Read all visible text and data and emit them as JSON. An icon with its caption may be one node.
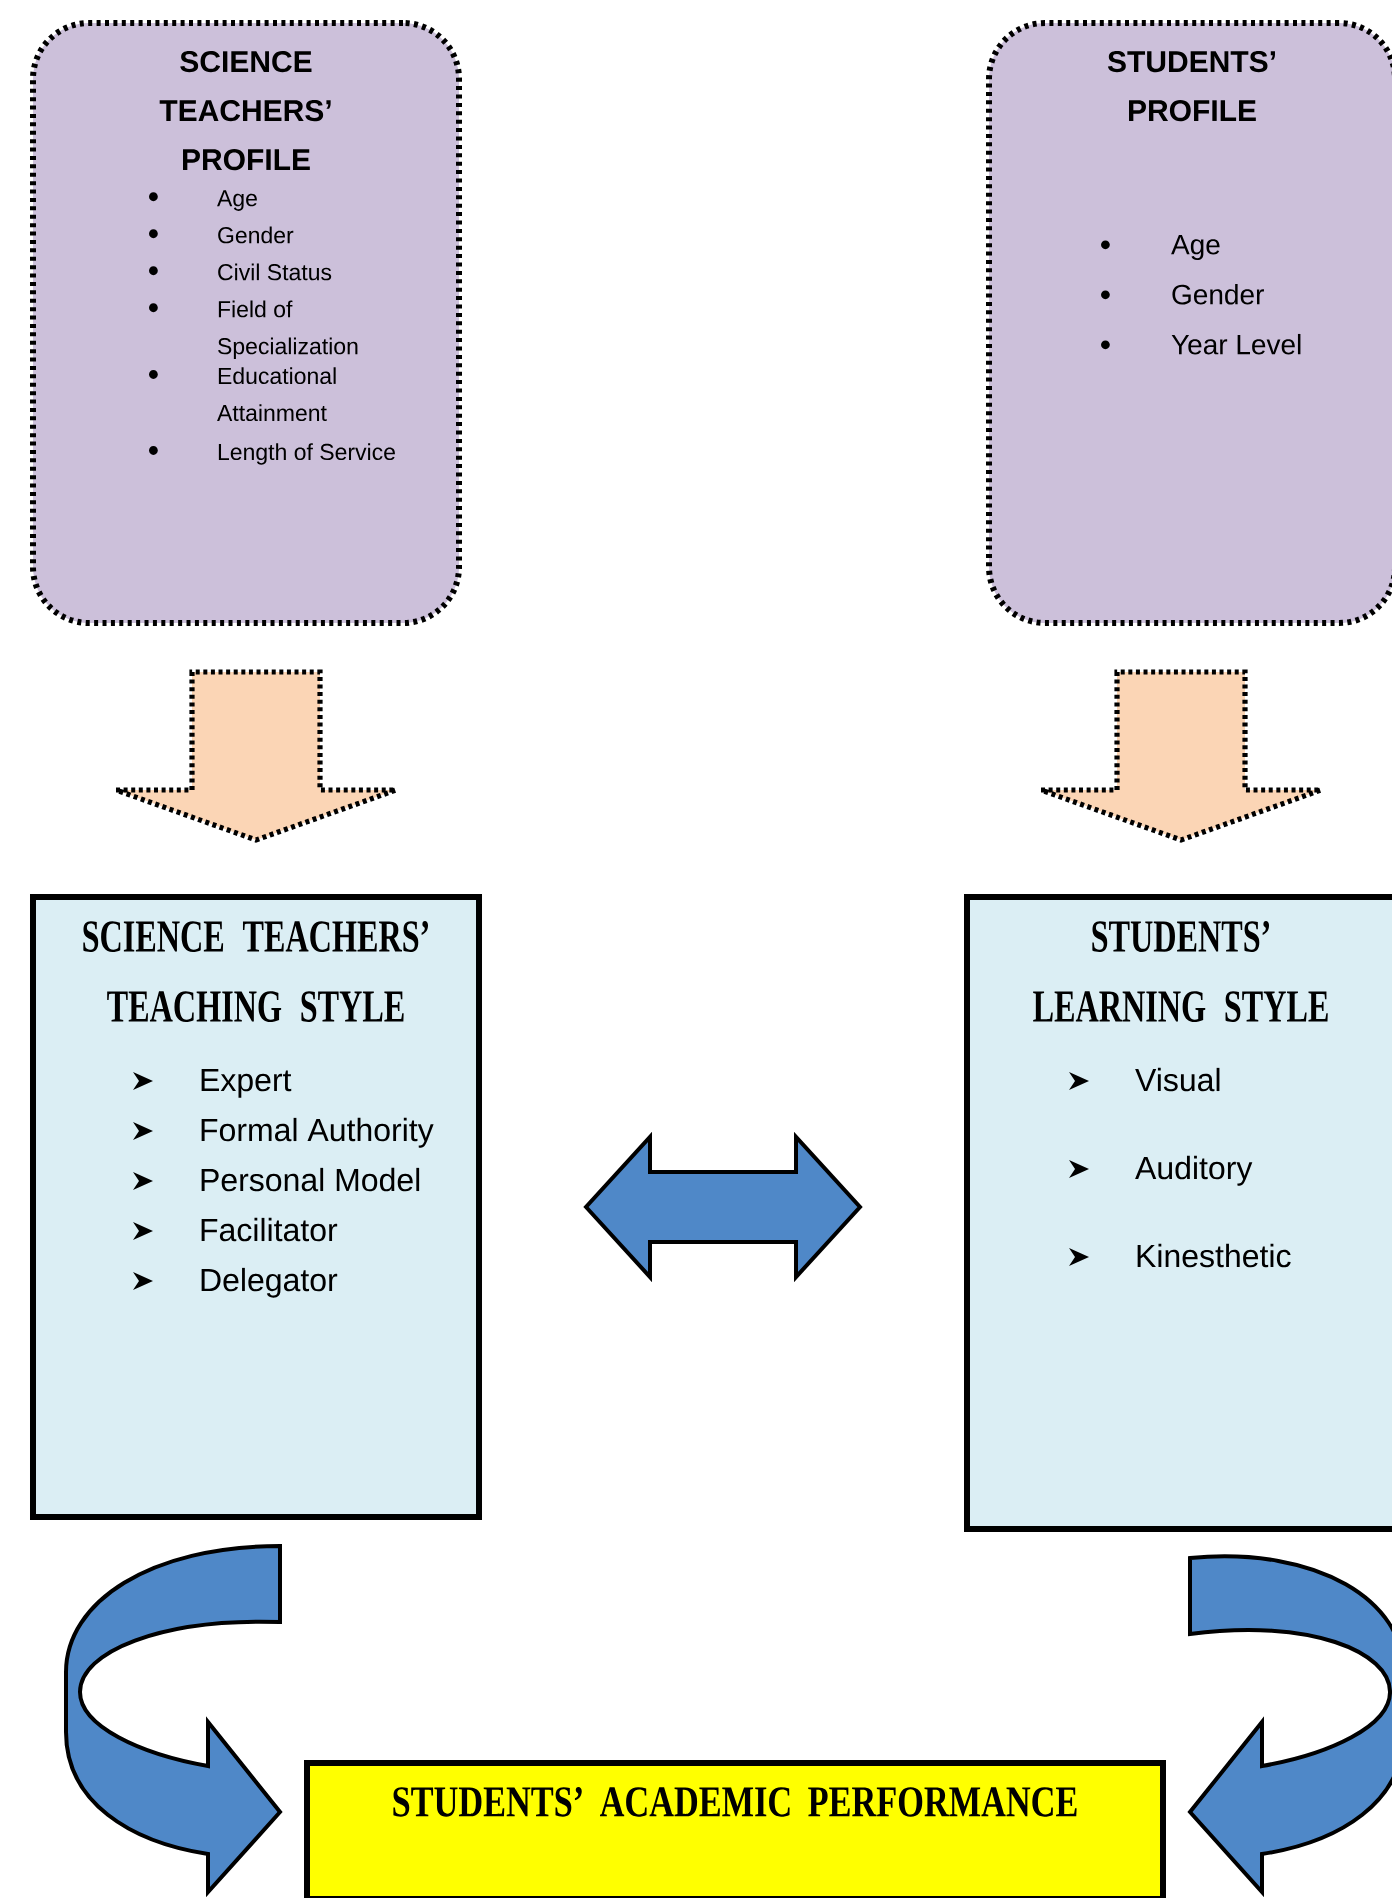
{
  "diagram": {
    "nodes": [
      {
        "text": [
          "SCIENCE TEACHERS’ PROFILE",
          "Age",
          "Gender",
          "Civil Status",
          "Field of Specialization",
          "Educational Attainment",
          "Length of Service"
        ]
      },
      {
        "text": [
          "STUDENTS’ PROFILE",
          "Age",
          "Gender",
          "Year Level"
        ]
      },
      {
        "text": [
          "SCIENCE TEACHERS’ TEACHING STYLE",
          "Expert",
          "Formal Authority",
          "Personal Model",
          "Facilitator",
          "Delegator"
        ]
      },
      {
        "text": [
          "STUDENTS’ LEARNING STYLE",
          "Visual",
          "Auditory",
          "Kinesthetic"
        ]
      },
      {
        "text": [
          "STUDENTS’ ACADEMIC PERFORMANCE"
        ]
      }
    ],
    "edges": [
      {
        "from": 0,
        "to": 2,
        "arrow": "to",
        "style": "dashed",
        "color": "#fbd5b5"
      },
      {
        "from": 1,
        "to": 3,
        "arrow": "to",
        "style": "dashed",
        "color": "#fbd5b5"
      },
      {
        "from": 2,
        "to": 3,
        "arrow": "both"
      },
      {
        "from": 2,
        "to": 4,
        "arrow": "to"
      },
      {
        "from": 3,
        "to": 4,
        "arrow": "to"
      }
    ]
  }
}
